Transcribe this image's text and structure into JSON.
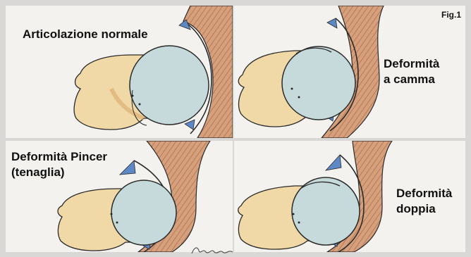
{
  "figure": {
    "label": "Fig.1",
    "background": "#d9d8d6"
  },
  "panels": [
    {
      "id": "normal",
      "lines": [
        "Articolazione normale"
      ]
    },
    {
      "id": "cam",
      "lines": [
        "Deformità",
        "a camma"
      ]
    },
    {
      "id": "pincer",
      "lines": [
        "Deformità Pincer",
        "(tenaglia)"
      ]
    },
    {
      "id": "double",
      "lines": [
        "Deformità",
        "doppia"
      ]
    }
  ],
  "colors": {
    "bone": "#f0d9a6",
    "bone_shade": "#d9a86a",
    "cartilage": "#c7dadb",
    "pelvis": "#d39a76",
    "pelvis_hatch": "#a96e4e",
    "labrum": "#5d88c6",
    "outline": "#2a2a2a"
  }
}
